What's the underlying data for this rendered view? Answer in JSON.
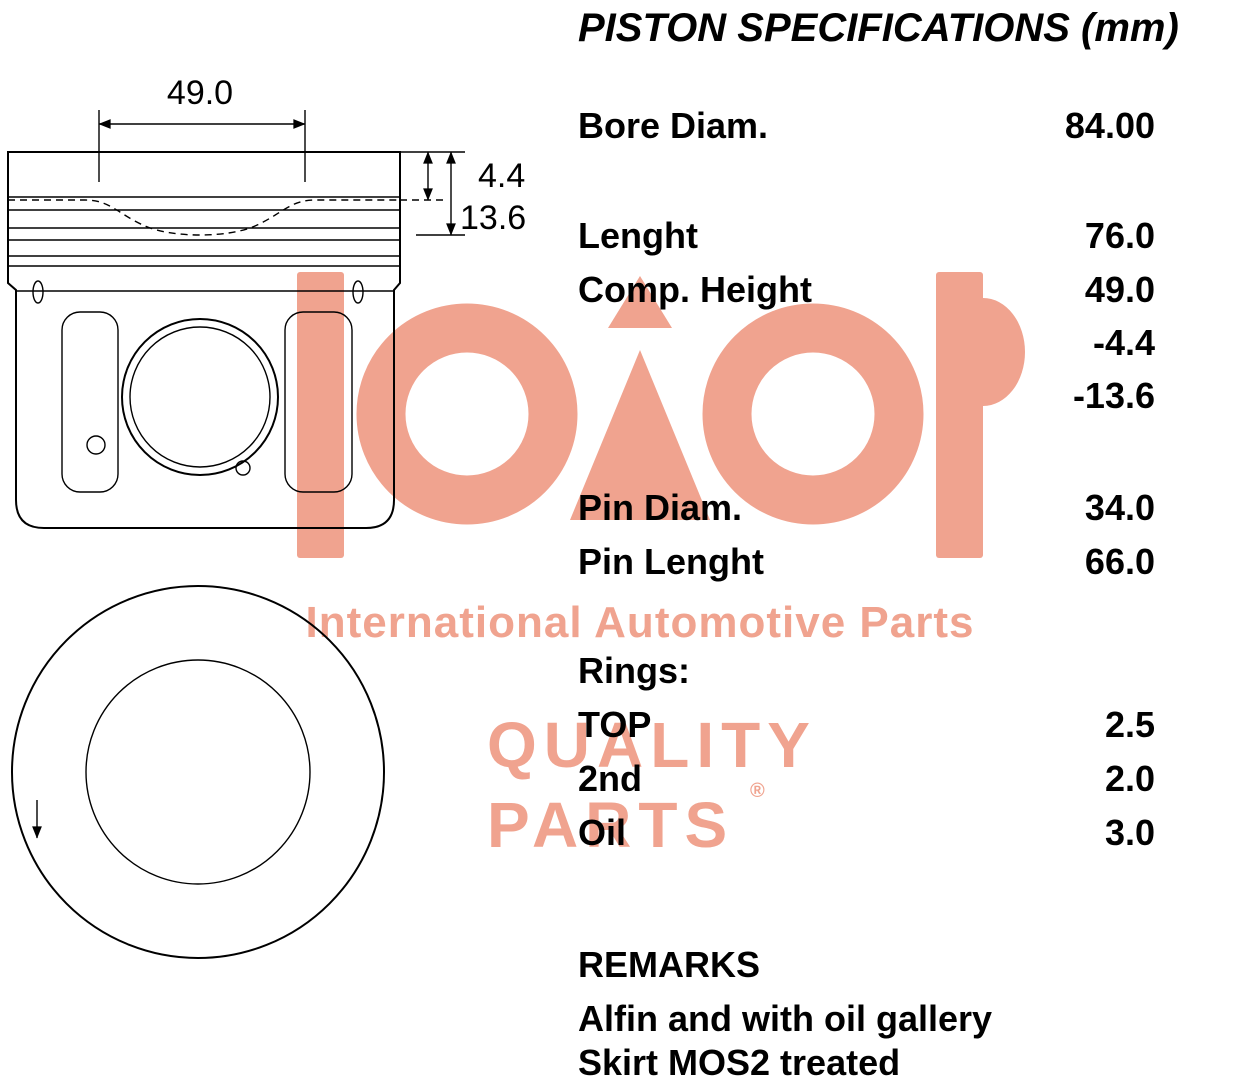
{
  "title": "PISTON SPECIFICATIONS (mm)",
  "specs": [
    {
      "label": "Bore Diam.",
      "value": "84.00"
    },
    {
      "label": "Lenght",
      "value": "76.0"
    },
    {
      "label": "Comp. Height",
      "value": "49.0"
    },
    {
      "label": "",
      "value": "-4.4"
    },
    {
      "label": "",
      "value": "-13.6"
    },
    {
      "label": "Pin Diam.",
      "value": "34.0"
    },
    {
      "label": "Pin Lenght",
      "value": "66.0"
    }
  ],
  "rings_heading": "Rings:",
  "rings": [
    {
      "label": "TOP",
      "value": "2.5"
    },
    {
      "label": "2nd",
      "value": "2.0"
    },
    {
      "label": "Oil",
      "value": "3.0"
    }
  ],
  "remarks_heading": "REMARKS",
  "remarks": [
    "Alfin and with oil gallery",
    "Skirt MOS2 treated"
  ],
  "diagram": {
    "dim_width": "49.0",
    "dim_depth_ring": "4.4",
    "dim_depth_bowl": "13.6"
  },
  "watermark": {
    "brand_line": "International Automotive Parts",
    "quality": "QUALITY",
    "parts": "PARTS",
    "registered": "®",
    "color": "#f0a38f"
  }
}
